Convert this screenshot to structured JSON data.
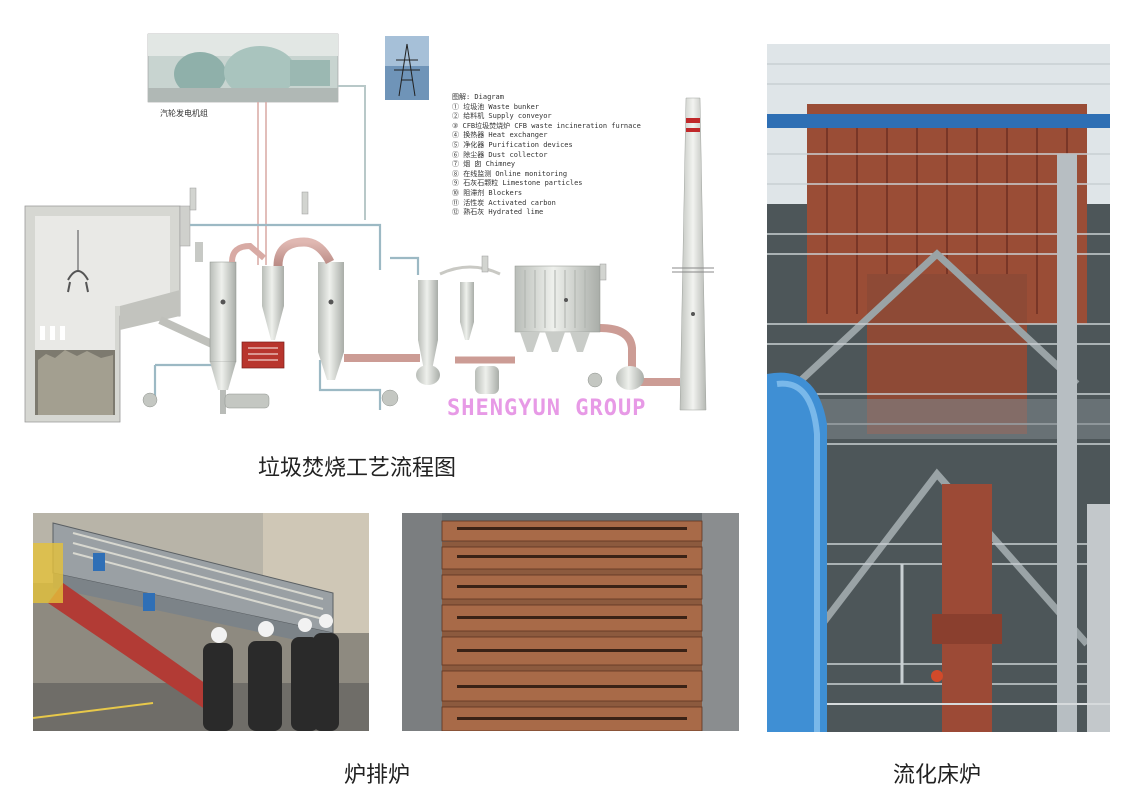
{
  "diagram": {
    "caption": "垃圾焚烧工艺流程图",
    "turbine_label": "汽轮发电机组",
    "watermark": "SHENGYUN GROUP",
    "legend": {
      "title": "图解: Diagram",
      "items": [
        "① 垃圾池 Waste bunker",
        "② 给料机 Supply conveyor",
        "③ CFB垃圾焚烧炉  CFB waste  incineration furnace",
        "④ 换热器 Heat exchanger",
        "⑤ 净化器 Purification devices",
        "⑥ 除尘器 Dust collector",
        "⑦ 烟  囱 Chimney",
        "⑧ 在线监测 Online monitoring",
        "⑨ 石灰石颗粒 Limestone particles",
        "⑩ 阻滞剂 Blockers",
        "⑪ 活性炭 Activated carbon",
        "⑫ 熟石灰 Hydrated lime"
      ]
    }
  },
  "photos": {
    "grate_caption": "炉排炉",
    "fluidized_caption": "流化床炉"
  },
  "colors": {
    "pipe_pink": "#c99a94",
    "equipment_gray": "#d9dcd8",
    "rust": "#8a4a36",
    "steel_blue": "#3b8fd0"
  }
}
